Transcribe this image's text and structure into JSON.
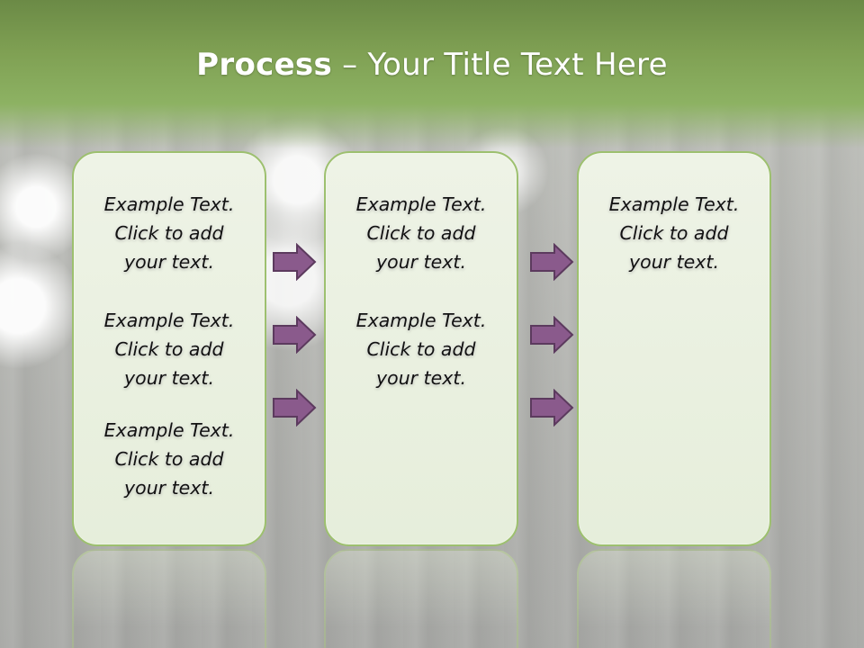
{
  "title": {
    "bold": "Process",
    "rest": " – Your Title Text Here"
  },
  "columns": [
    {
      "items": [
        {
          "line1": "Example Text.",
          "line2": "Click  to add",
          "line3": "your text."
        },
        {
          "line1": "Example Text.",
          "line2": "Click  to add",
          "line3": "your text."
        },
        {
          "line1": "Example Text.",
          "line2": "Click  to add",
          "line3": "your text."
        }
      ]
    },
    {
      "items": [
        {
          "line1": "Example Text.",
          "line2": "Click  to add",
          "line3": "your text."
        },
        {
          "line1": "Example Text.",
          "line2": "Click  to add",
          "line3": "your text."
        }
      ]
    },
    {
      "items": [
        {
          "line1": "Example Text.",
          "line2": "Click  to add",
          "line3": "your text."
        }
      ]
    }
  ],
  "colors": {
    "header": "#7fa053",
    "box_border": "#9dc06f",
    "box_fill": "#eaf0df",
    "arrow_fill": "#8a5a8c",
    "arrow_stroke": "#5c3a5e"
  },
  "icons": {
    "arrow": "right-arrow-icon"
  }
}
